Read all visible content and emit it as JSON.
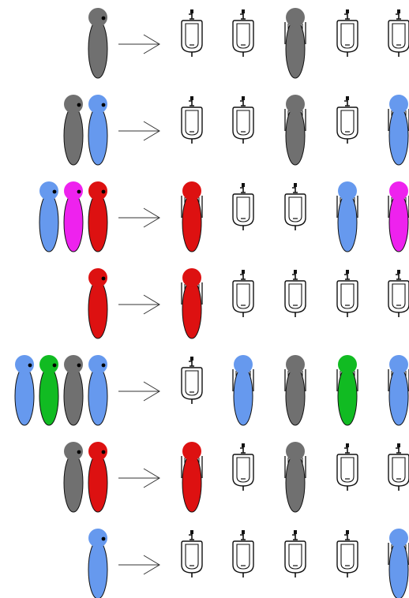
{
  "colors": {
    "gray": "#707070",
    "blue": "#6699ee",
    "magenta": "#ee22ee",
    "red": "#dd1111",
    "green": "#11bb22",
    "outline": "#111111",
    "background": "#ffffff"
  },
  "urinal_count": 5,
  "rows": [
    {
      "queue": [
        "gray"
      ],
      "urinals": [
        null,
        null,
        "gray",
        null,
        null
      ]
    },
    {
      "queue": [
        "gray",
        "blue"
      ],
      "urinals": [
        null,
        null,
        "gray",
        null,
        "blue"
      ]
    },
    {
      "queue": [
        "blue",
        "magenta",
        "red"
      ],
      "urinals": [
        "red",
        null,
        null,
        "blue",
        "magenta"
      ]
    },
    {
      "queue": [
        "red"
      ],
      "urinals": [
        "red",
        null,
        null,
        null,
        null
      ]
    },
    {
      "queue": [
        "blue",
        "green",
        "gray",
        "blue"
      ],
      "urinals": [
        null,
        "blue",
        "gray",
        "green",
        "blue"
      ]
    },
    {
      "queue": [
        "gray",
        "red"
      ],
      "urinals": [
        "red",
        null,
        "gray",
        null,
        null
      ]
    },
    {
      "queue": [
        "blue"
      ],
      "urinals": [
        null,
        null,
        null,
        null,
        "blue"
      ]
    }
  ]
}
